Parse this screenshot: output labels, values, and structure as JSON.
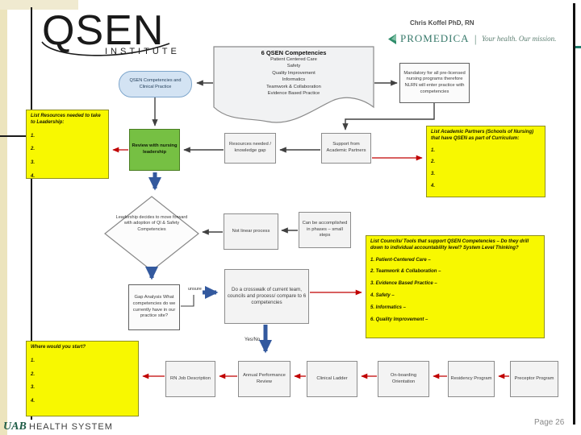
{
  "header": {
    "qsen_main": "QSEN",
    "qsen_sub": "INSTITUTE",
    "author": "Chris Koffel PhD, RN",
    "promedica_name": "PROMEDICA",
    "promedica_divider": "|",
    "promedica_tagline": "Your health. Our mission."
  },
  "flowchart": {
    "document": {
      "title": "6 QSEN Competencies",
      "lines": [
        "Patient Centered Care",
        "Safety",
        "Quality Improvement",
        "Informatics",
        "Teamwork & Collaboration",
        "Evidence Based Practice"
      ]
    },
    "oval": "QSEN Competencies and Clinical Practice",
    "mandatory": "Mandatory for all pre-licensed nursing programs therefore NLRN will enter practice with competencies",
    "note_resources": {
      "title": "List Resources needed to take to Leadership:",
      "items": [
        "1.",
        "2.",
        "3.",
        "4."
      ]
    },
    "review": "Review with nursing leadership",
    "resources_gap": "Resources needed / knowledge gap",
    "support": "Support from Academic Partners",
    "note_partners": {
      "title": "List Academic Partners (Schools of Nursing) that have QSEN as part of Curriculum:",
      "items": [
        "1.",
        "2.",
        "3.",
        "4."
      ]
    },
    "decision": "Leadership decides to move forward with adoption of QI & Safety Competencies",
    "not_linear": "Not linear process",
    "phases": "Can be accomplished in phases – small steps",
    "note_councils": {
      "title": "List Councils/ Tools that support QSEN Competencies – Do they drill down to individual accountability level?  System Level Thinking?",
      "items": [
        "1. Patient-Centered Care –",
        "2. Teamwork & Collaboration –",
        "3. Evidence Based Practice –",
        "4. Safety –",
        "5. Informatics –",
        "6. Quality Improvement –"
      ]
    },
    "gap_analysis": "Gap Analysis What competencies do we currently have in our practice site?",
    "crosswalk": "Do a crosswalk of current team, councils and process/ compare to 6 competencies",
    "label_unsure": "unsure",
    "label_yesno": "Yes/No",
    "note_start": {
      "title": "Where would you start?",
      "items": [
        "1.",
        "2.",
        "3.",
        "4."
      ]
    },
    "bottom_row": [
      "RN Job Description",
      "Annual Performance Review",
      "Clinical Ladder",
      "On-boarding Orientation",
      "Residency Program",
      "Preceptor Program"
    ]
  },
  "footer": {
    "uab": "UAB",
    "health_system": "HEALTH SYSTEM",
    "page": "Page 26"
  },
  "colors": {
    "note_yellow": "#f8f800",
    "review_green": "#76c043",
    "oval_blue": "#d3e3f3",
    "arrow_red": "#c00000",
    "arrow_blue": "#33599e",
    "promedica_green": "#37796a",
    "uab_green": "#1e5c46"
  }
}
